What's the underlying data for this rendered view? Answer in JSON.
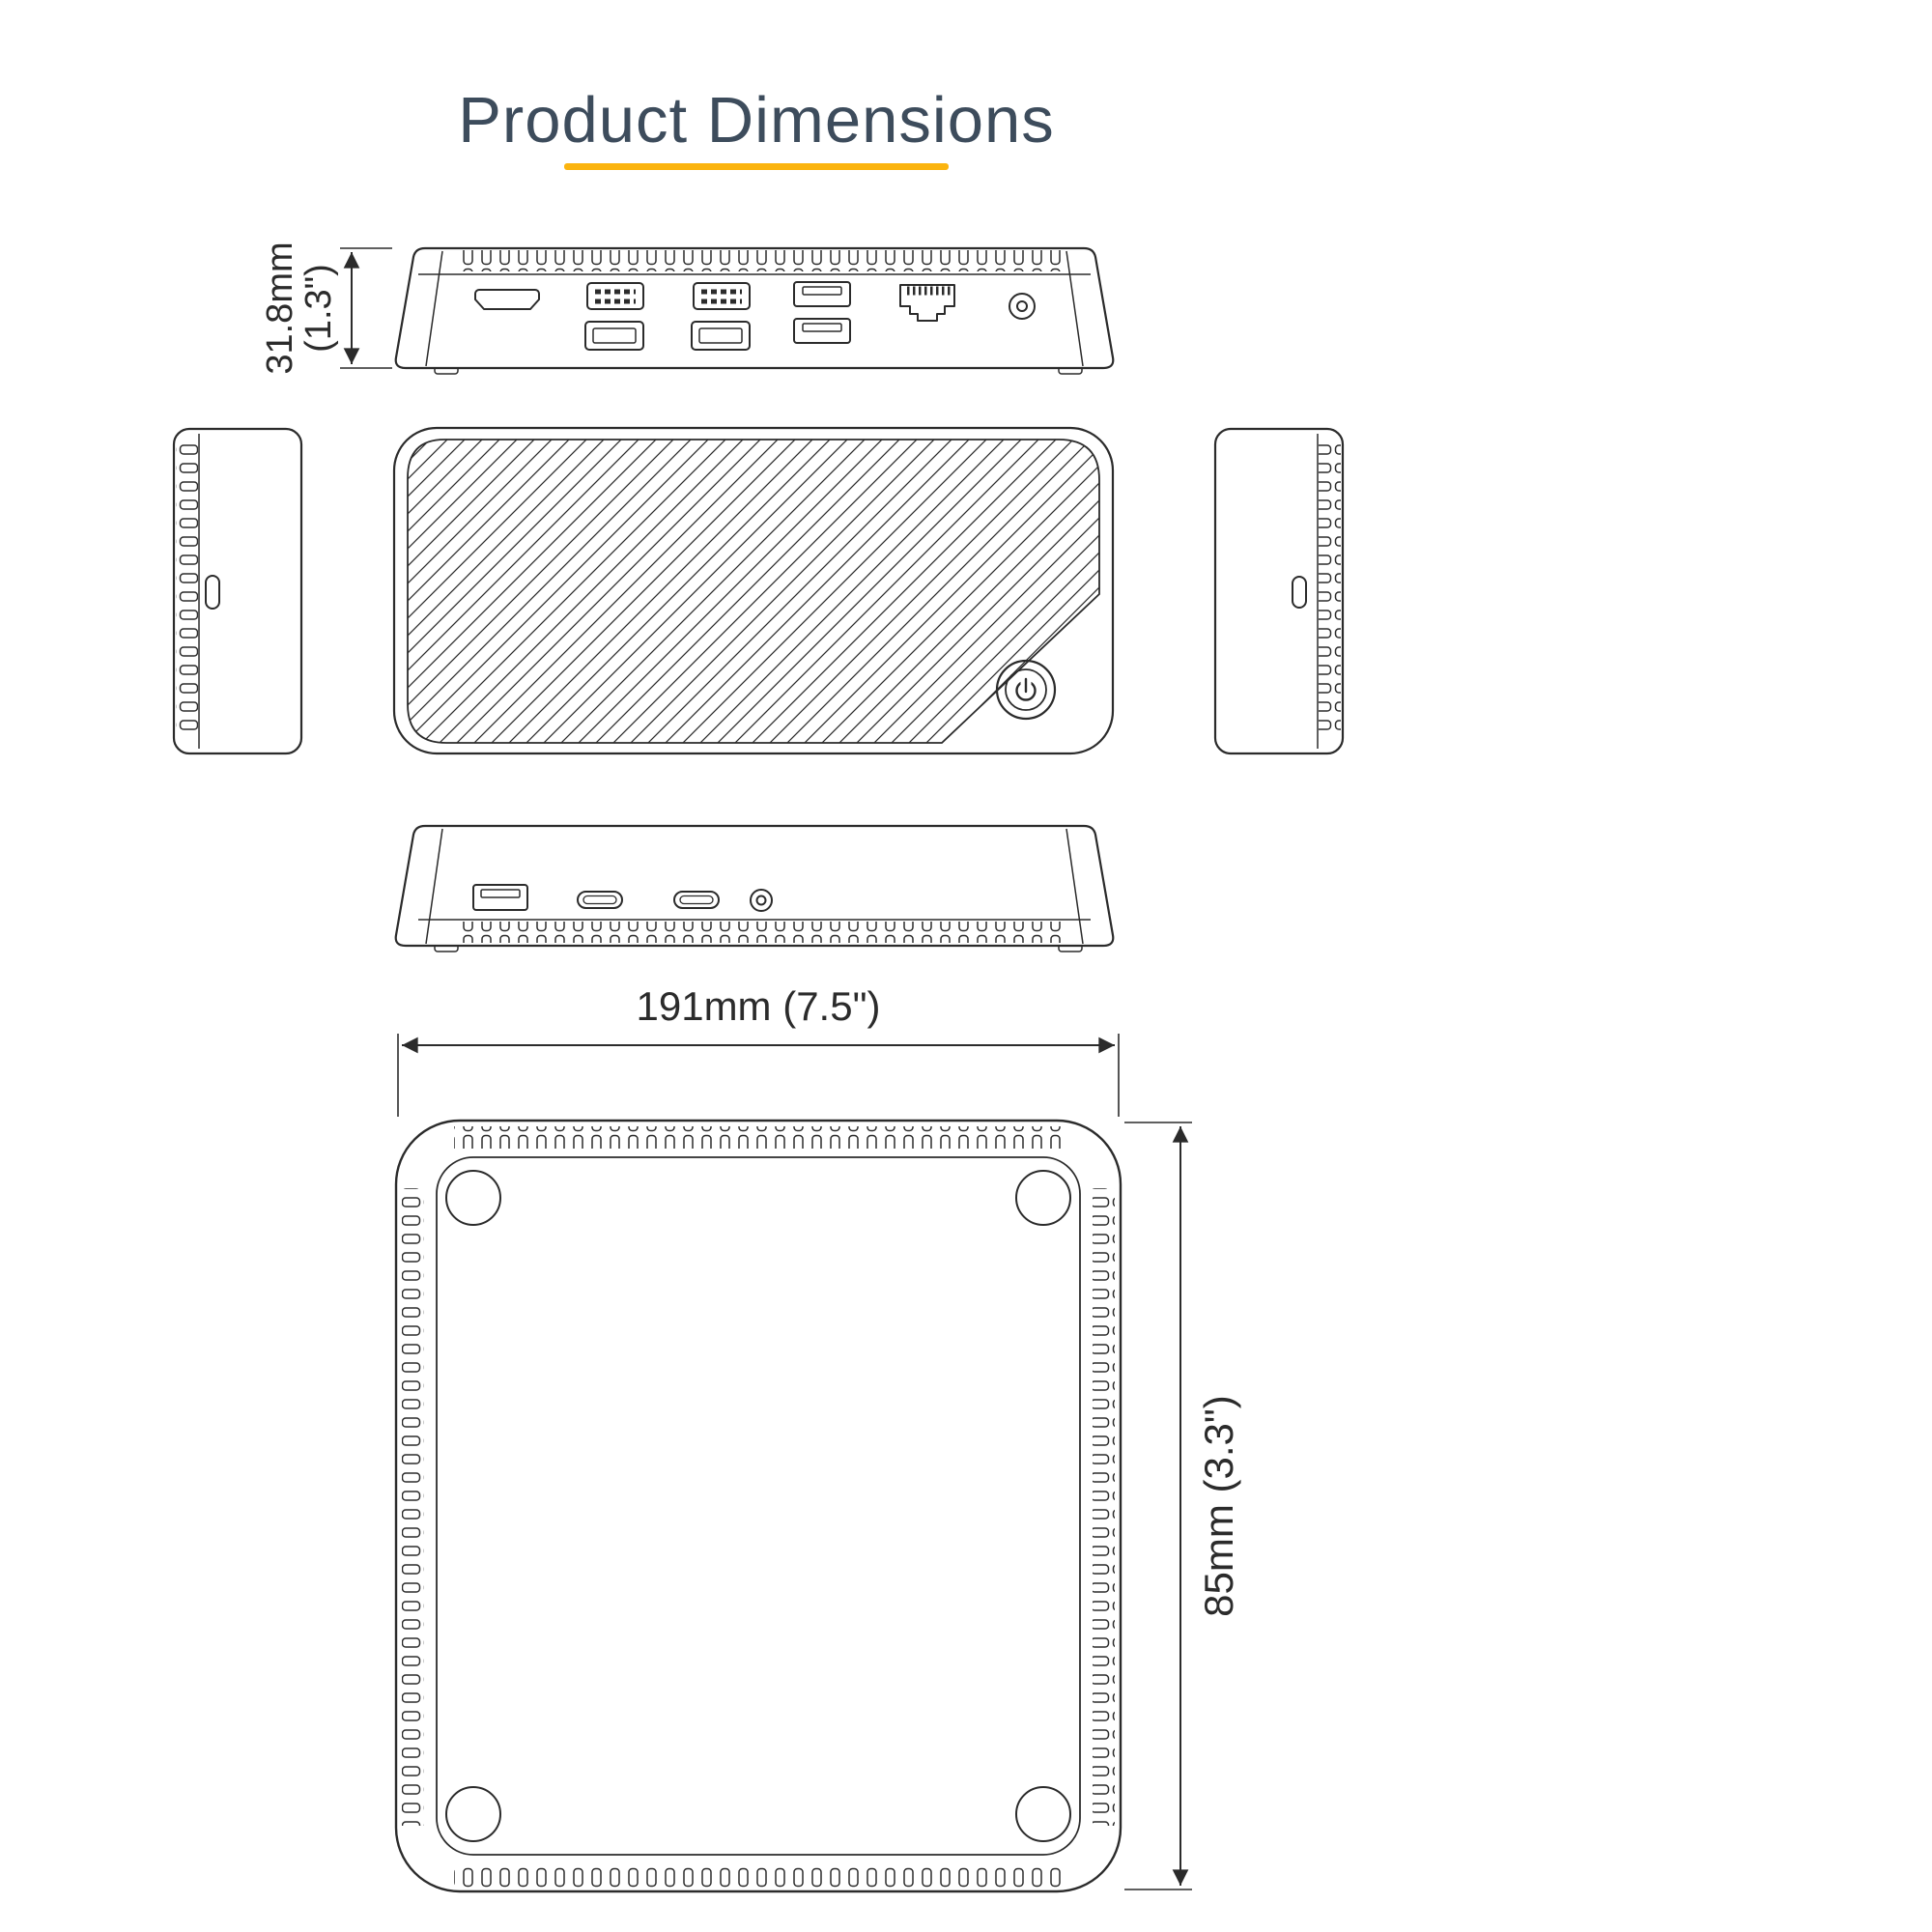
{
  "title": "Product Dimensions",
  "theme": {
    "accent_color": "#FBB40F",
    "title_color": "#3D4C5C",
    "line_color": "#2B2B2B",
    "background_color": "#FFFFFF"
  },
  "dimension_labels": {
    "height_mm": "31.8mm",
    "height_in": "(1.3\")",
    "width": "191mm (7.5\")",
    "depth": "85mm (3.3\")"
  },
  "views": {
    "rear": {
      "id": "rear-view",
      "ports": [
        "hdmi",
        "hdmi",
        "hdmi",
        "displayport",
        "displayport",
        "usb-a",
        "usb-a",
        "ethernet",
        "power-input"
      ]
    },
    "left_side": {
      "id": "left-side-view",
      "ports": [
        "usb-c"
      ]
    },
    "top": {
      "id": "top-view",
      "features": [
        "textured-surface",
        "power-button"
      ]
    },
    "right_side": {
      "id": "right-side-view",
      "ports": [
        "security-lock-slot"
      ]
    },
    "front": {
      "id": "front-view",
      "ports": [
        "usb-a",
        "usb-c",
        "usb-c",
        "audio-jack"
      ]
    },
    "bottom": {
      "id": "bottom-view",
      "features": [
        "vent-slots",
        "rubber-feet"
      ]
    }
  }
}
